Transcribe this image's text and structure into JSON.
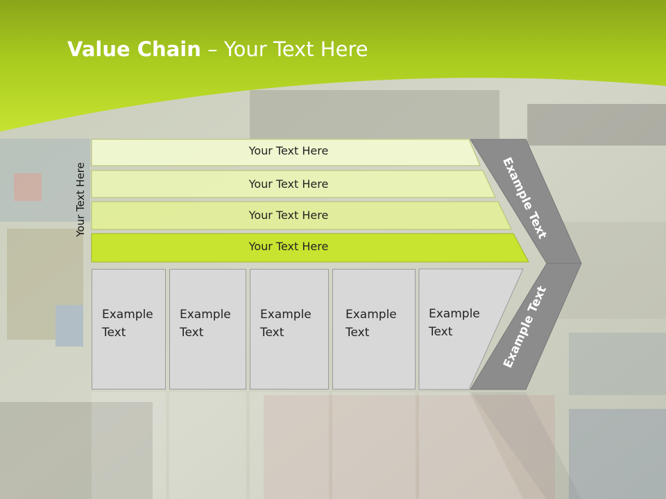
{
  "slide": {
    "title_bold": "Value Chain",
    "title_rest": " – Your Text Here",
    "side_label": "Your Text Here",
    "support_activities": [
      {
        "label": "Your Text Here"
      },
      {
        "label": "Your Text Here"
      },
      {
        "label": "Your Text Here"
      },
      {
        "label": "Your Text Here"
      }
    ],
    "primary_activities": [
      {
        "line1": "Example",
        "line2": "Text"
      },
      {
        "line1": "Example",
        "line2": "Text"
      },
      {
        "line1": "Example",
        "line2": "Text"
      },
      {
        "line1": "Example",
        "line2": "Text"
      },
      {
        "line1": "Example",
        "line2": "Text"
      }
    ],
    "margin_upper": "Example Text",
    "margin_lower": "Example Text"
  },
  "colors": {
    "header_green": "#a9cc1c",
    "bar_light": "#f1f8d0",
    "bar_mid": "#e6f2a4",
    "bar_strong": "#c9e430",
    "box_gray": "#d8d8d8",
    "chevron_gray": "#8c8c8c"
  }
}
